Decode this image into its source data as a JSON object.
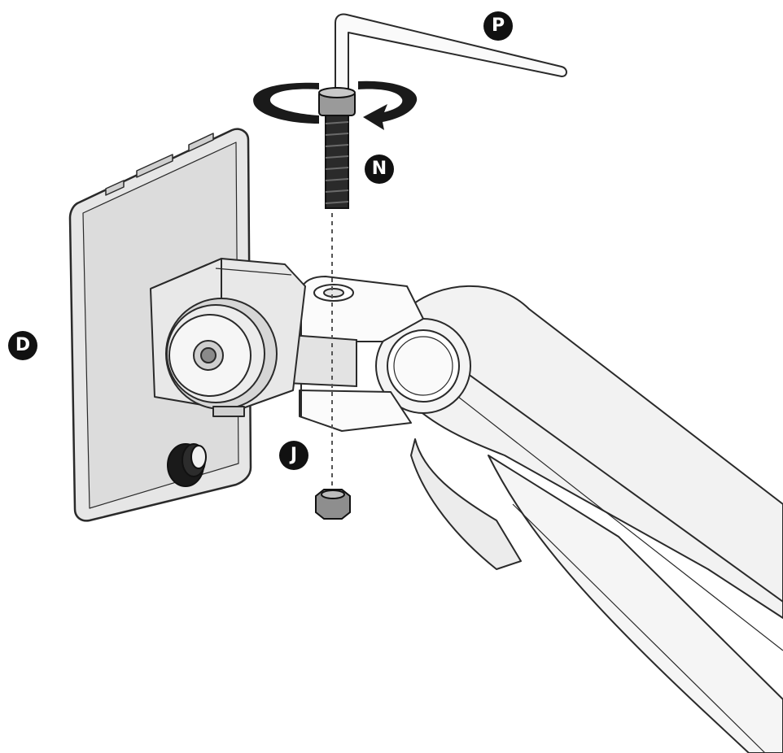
{
  "callouts": {
    "p": "P",
    "n": "N",
    "d": "D",
    "j": "J"
  },
  "colors": {
    "ink": "#111111",
    "line": "#2a2a2a",
    "fill_light": "#f2f2f2",
    "fill_mid": "#d9d9d9",
    "fill_dark": "#bdbdbd",
    "knob": "#1a1a1a"
  },
  "icons": [
    "hex-key",
    "rotation-arrow",
    "bolt",
    "hex-nut",
    "mounting-plate",
    "tilt-knob",
    "monitor-arm"
  ]
}
